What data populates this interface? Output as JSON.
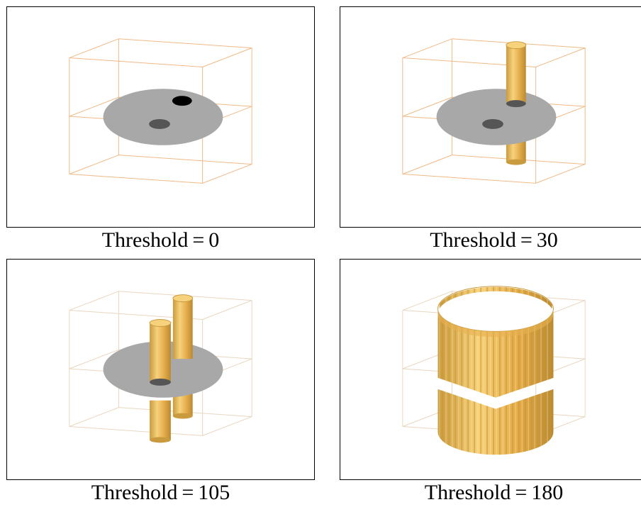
{
  "panels": [
    {
      "caption": "Threshold = 0"
    },
    {
      "caption": "Threshold = 30"
    },
    {
      "caption": "Threshold = 105"
    },
    {
      "caption": "Threshold = 180"
    }
  ],
  "colors": {
    "box_edges": "#f0b986",
    "box_edges_light": "#e8d6bf",
    "disk": "#a8a8a8",
    "hole": "#555555",
    "hole_dark": "#000000",
    "cylinder": "#e8b150",
    "cylinder_light": "#f7d27c",
    "cylinder_dark": "#b88a33"
  }
}
